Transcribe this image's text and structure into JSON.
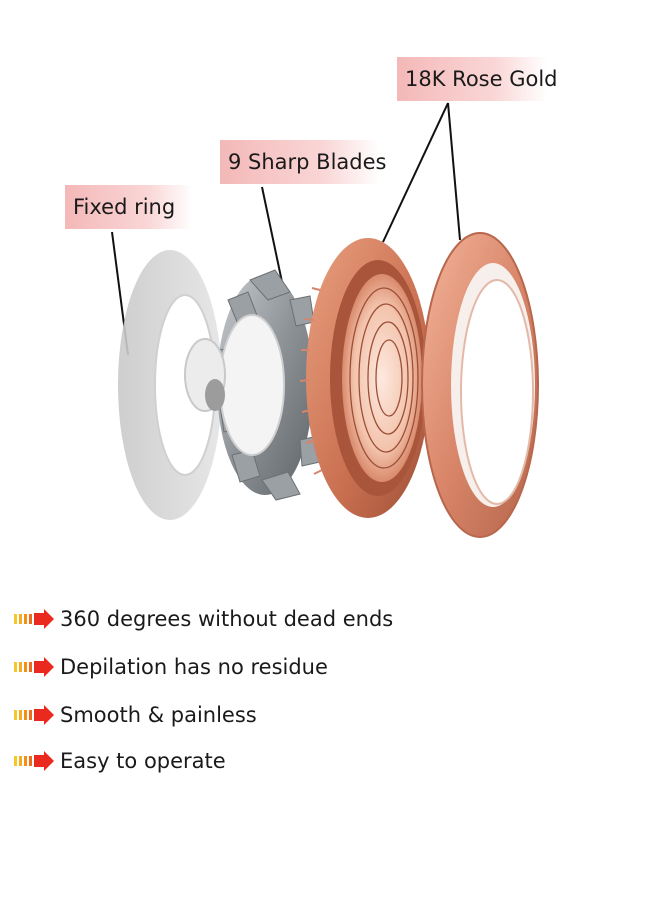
{
  "labels": {
    "fixed_ring": "Fixed ring",
    "sharp_blades": "9 Sharp Blades",
    "rose_gold": "18K Rose Gold"
  },
  "colors": {
    "label_bg": "#f7c1c1",
    "rose_gold": "#d98a6c",
    "arrow_red": "#ea2a1f",
    "arrow_yellow": "#f6b21c"
  },
  "features": [
    {
      "text": "360 degrees without dead ends",
      "icon": "arrow-bullet-icon"
    },
    {
      "text": "Depilation has no residue",
      "icon": "arrow-bullet-icon"
    },
    {
      "text": "Smooth & painless",
      "icon": "arrow-bullet-icon"
    },
    {
      "text": "Easy to operate",
      "icon": "arrow-bullet-icon"
    }
  ]
}
